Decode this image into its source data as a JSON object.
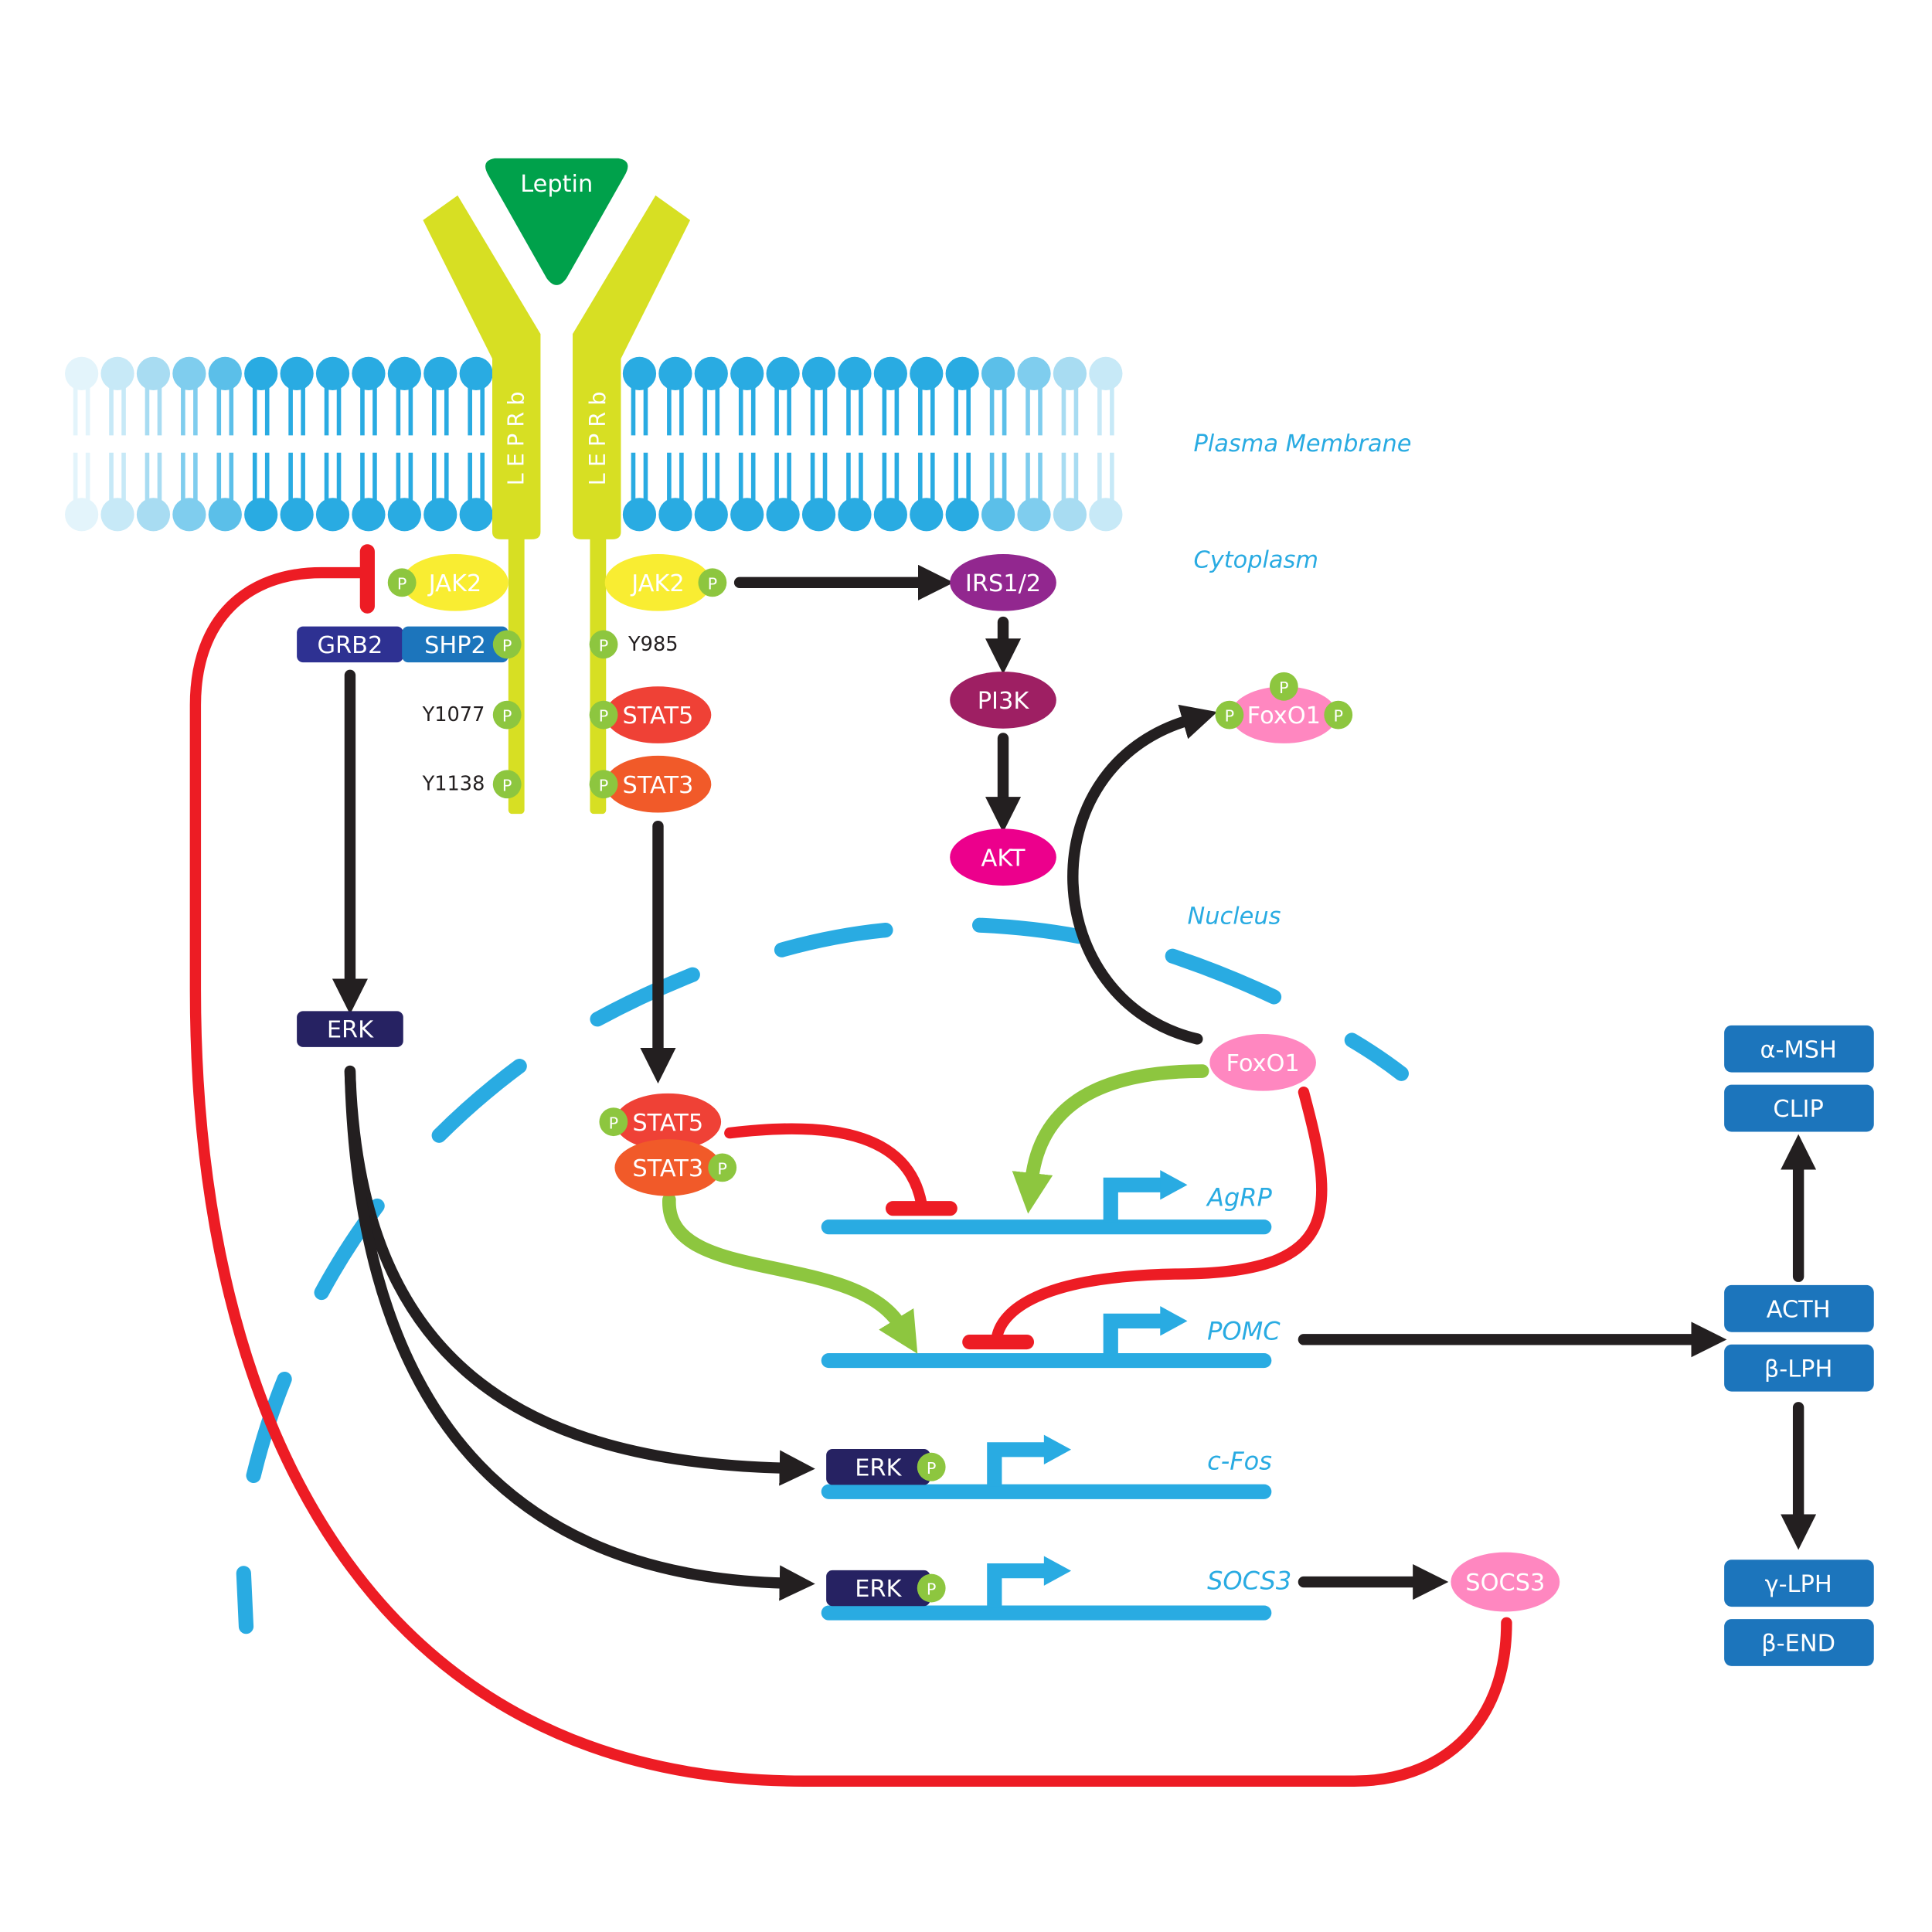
{
  "ligand": "Leptin",
  "receptor": {
    "left": "LEPRb",
    "right": "LEPRb"
  },
  "compartments": {
    "plasma_membrane": "Plasma Membrane",
    "cytoplasm": "Cytoplasm",
    "nucleus": "Nucleus"
  },
  "phospho": "P",
  "sites": {
    "y985": "Y985",
    "y1077": "Y1077",
    "y1138": "Y1138"
  },
  "proteins": {
    "jak2_left": "JAK2",
    "jak2_right": "JAK2",
    "grb2": "GRB2",
    "shp2": "SHP2",
    "stat5": "STAT5",
    "stat3": "STAT3",
    "irs": "IRS1/2",
    "pi3k": "PI3K",
    "akt": "AKT",
    "foxo1_cyto": "FoxO1",
    "foxo1_nuc": "FoxO1",
    "erk": "ERK",
    "stat5_nuc": "STAT5",
    "stat3_nuc": "STAT3",
    "erk_cfos": "ERK",
    "erk_socs3": "ERK",
    "socs3": "SOCS3"
  },
  "genes": {
    "agrp": "AgRP",
    "pomc": "POMC",
    "cfos": "c-Fos",
    "socs3": "SOCS3"
  },
  "products": {
    "amsh": "α-MSH",
    "clip": "CLIP",
    "acth": "ACTH",
    "blph": "β-LPH",
    "glph": "γ-LPH",
    "bend": "β-END"
  },
  "colors": {
    "membrane": "#29abe2",
    "receptor": "#d7df23",
    "leptin": "#00a14b",
    "phospho": "#8dc63f",
    "inhibition": "#ed1c24",
    "activation": "#231f20",
    "transcription": "#8dc63f",
    "jak2": "#f9ed32",
    "stat5": "#ef4136",
    "stat3": "#f15a29",
    "irs": "#92278f",
    "pi3k": "#9e1f63",
    "akt": "#ec008c",
    "foxo1": "#ff87c0",
    "erk": "#262262",
    "grb2": "#2e3192",
    "shp2": "#1c75bc",
    "products": "#1c75bc"
  }
}
